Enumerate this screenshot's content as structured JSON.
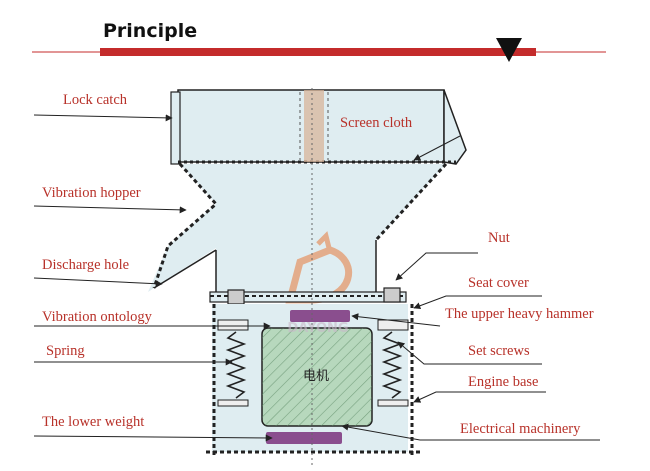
{
  "header": {
    "title": "Principle",
    "accent_color": "#c42b2b"
  },
  "diagram": {
    "label_color": "#b8322a",
    "fill_color": "#dfedf1",
    "motor_color": "#b7d8bd",
    "weight_color": "#8a4e8e",
    "seal_color": "#d8b49a",
    "motor_text": "电机",
    "watermark_text": "DAYONG",
    "labels": {
      "lock_catch": "Lock catch",
      "screen_cloth": "Screen cloth",
      "vibration_hopper": "Vibration hopper",
      "nut": "Nut",
      "discharge_hole": "Discharge hole",
      "seat_cover": "Seat cover",
      "vibration_ontology": "Vibration ontology",
      "upper_heavy_hammer": "The upper heavy hammer",
      "spring": "Spring",
      "set_screws": "Set screws",
      "engine_base": "Engine base",
      "lower_weight": "The lower weight",
      "electrical_machinery": "Electrical machinery"
    }
  }
}
